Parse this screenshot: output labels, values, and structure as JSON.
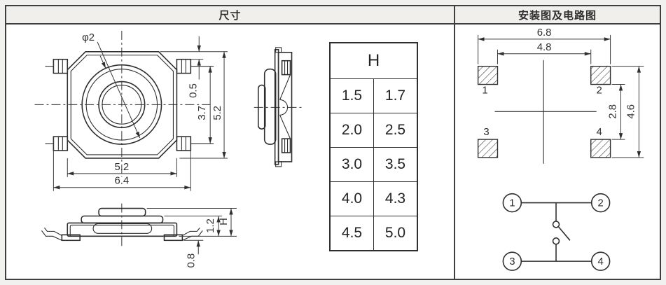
{
  "header": {
    "dimensions_tab": "尺寸",
    "mounting_tab": "安装图及电路图"
  },
  "dimension_panel": {
    "top_view": {
      "hole_diameter_label": "φ2",
      "dim_top_offset": "0.5",
      "dim_lead_span": "3.7",
      "dim_body_height": "5.2",
      "dim_body_width": "5.2",
      "dim_overall_width": "6.4"
    },
    "front_view": {
      "dim_base_height": "1.2",
      "dim_total_height": "H",
      "dim_standoff": "0.8"
    },
    "height_table": {
      "title": "H",
      "rows": [
        [
          "1.5",
          "1.7"
        ],
        [
          "2.0",
          "2.5"
        ],
        [
          "3.0",
          "3.5"
        ],
        [
          "4.0",
          "4.3"
        ],
        [
          "4.5",
          "5.0"
        ]
      ]
    }
  },
  "mounting_panel": {
    "pad_layout": {
      "dim_outer_width": "6.8",
      "dim_inner_width": "4.8",
      "dim_inner_height": "2.8",
      "dim_outer_height": "4.6",
      "pad_labels": [
        "1",
        "2",
        "3",
        "4"
      ]
    },
    "circuit_diagram": {
      "terminal_labels": [
        "1",
        "2",
        "3",
        "4"
      ]
    }
  },
  "colors": {
    "line": "#2f2f2f",
    "border": "#3f3f3f",
    "sheet_background": "#f1f1ef",
    "panel_background": "#ffffff",
    "header_background": "#f0efec"
  }
}
